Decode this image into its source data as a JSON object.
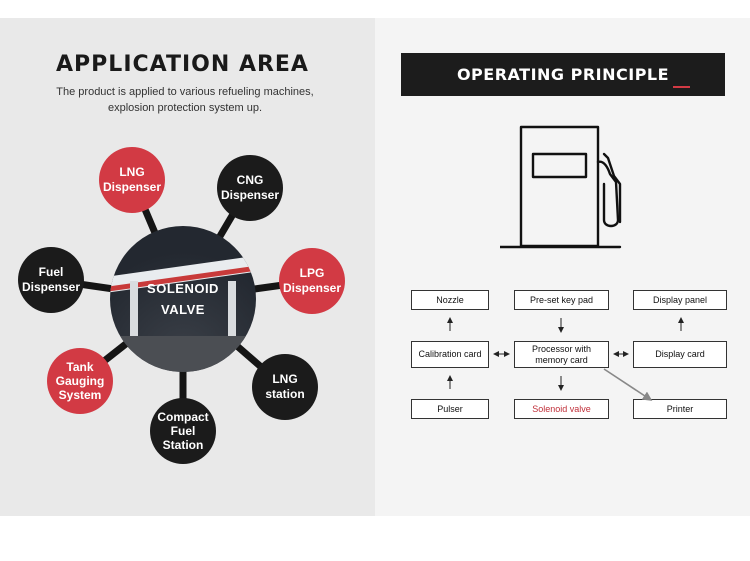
{
  "left": {
    "title": "APPLICATION AREA",
    "subtitle_line1": "The product is applied to various refueling machines,",
    "subtitle_line2": "explosion protection system up.",
    "center": {
      "line1": "SOLENOID",
      "line2": "VALVE"
    },
    "nodes": [
      {
        "id": "lng-dispenser",
        "line1": "LNG",
        "line2": "Dispenser",
        "line3": "",
        "color": "#d23a44"
      },
      {
        "id": "cng-dispenser",
        "line1": "CNG",
        "line2": "Dispenser",
        "line3": "",
        "color": "#1b1b1b"
      },
      {
        "id": "lpg-dispenser",
        "line1": "LPG",
        "line2": "Dispenser",
        "line3": "",
        "color": "#d23a44"
      },
      {
        "id": "lng-station",
        "line1": "LNG",
        "line2": "station",
        "line3": "",
        "color": "#1b1b1b"
      },
      {
        "id": "compact-fuel-station",
        "line1": "Compact",
        "line2": "Fuel",
        "line3": "Station",
        "color": "#1b1b1b"
      },
      {
        "id": "tank-gauging-system",
        "line1": "Tank",
        "line2": "Gauging",
        "line3": "System",
        "color": "#d23a44"
      },
      {
        "id": "fuel-dispenser",
        "line1": "Fuel",
        "line2": "Dispenser",
        "line3": "",
        "color": "#1b1b1b"
      }
    ]
  },
  "right": {
    "title": "OPERATING PRINCIPLE",
    "accent_color": "#d23a44",
    "flow": {
      "nozzle": "Nozzle",
      "preset": "Pre-set key pad",
      "display_panel": "Display panel",
      "calibration": "Calibration card",
      "processor_line1": "Processor with",
      "processor_line2": "memory card",
      "display_card": "Display card",
      "pulser": "Pulser",
      "solenoid": "Solenoid valve",
      "printer": "Printer"
    }
  }
}
